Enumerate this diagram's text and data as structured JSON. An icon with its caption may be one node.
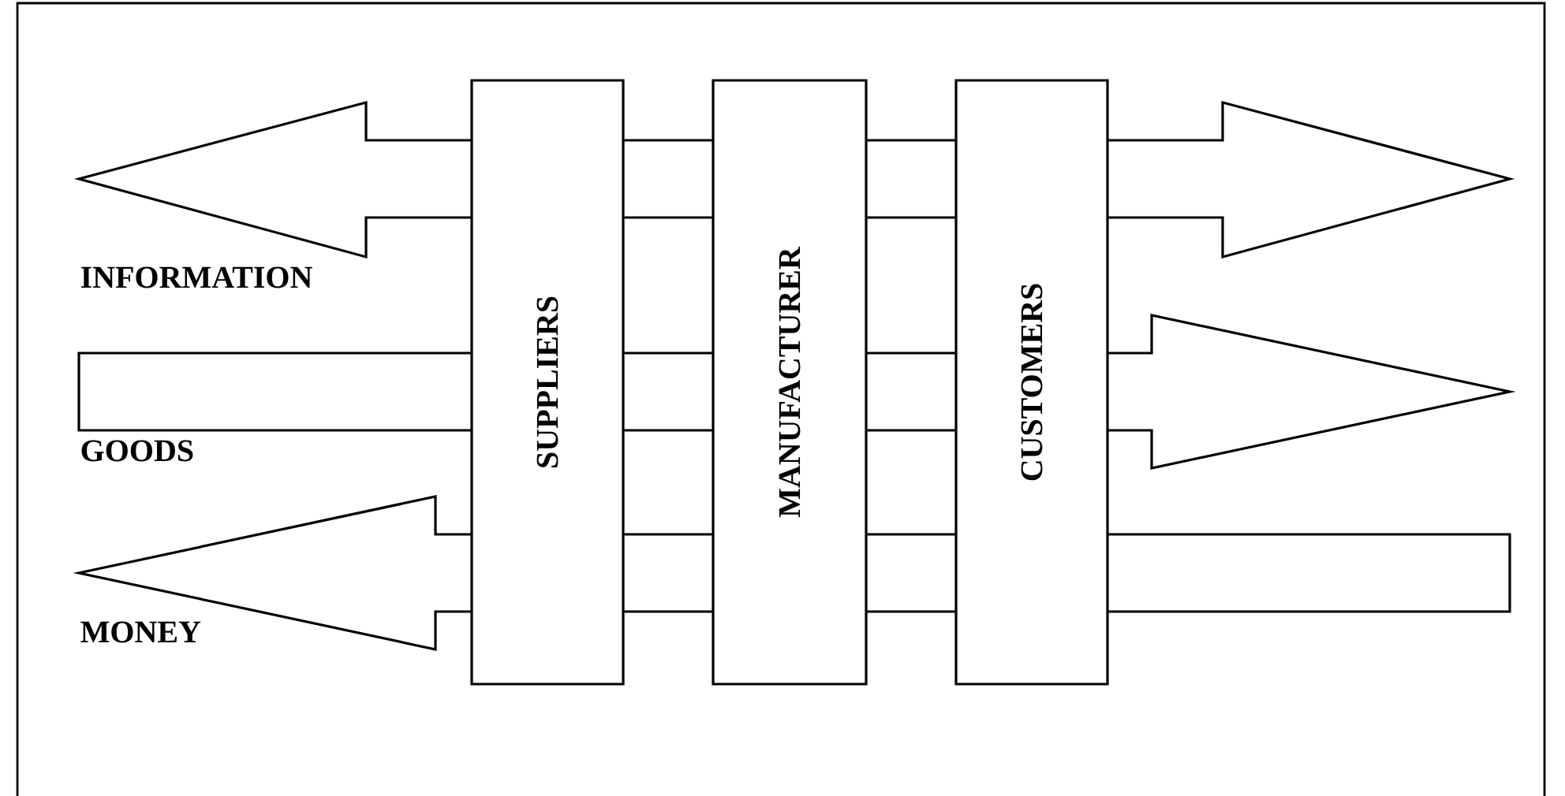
{
  "diagram": {
    "nodes": [
      {
        "text": [
          "SUPPLIERS"
        ]
      },
      {
        "text": [
          "MANUFACTURER"
        ]
      },
      {
        "text": [
          "CUSTOMERS"
        ]
      }
    ],
    "labels": [
      "INFORMATION",
      "GOODS",
      "MONEY"
    ]
  }
}
